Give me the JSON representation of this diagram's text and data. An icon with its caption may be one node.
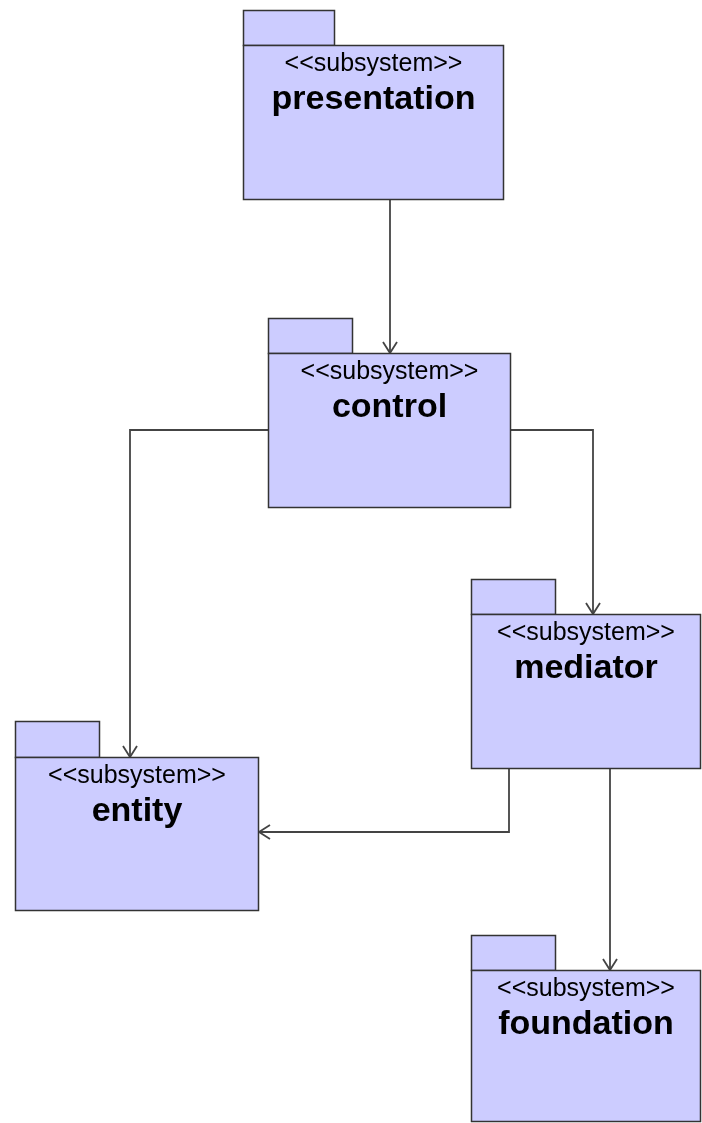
{
  "diagram": {
    "nodes": [
      {
        "text": [
          "<<subsystem>>",
          "presentation"
        ]
      },
      {
        "text": [
          "<<subsystem>>",
          "control"
        ]
      },
      {
        "text": [
          "<<subsystem>>",
          "mediator"
        ]
      },
      {
        "text": [
          "<<subsystem>>",
          "entity"
        ]
      },
      {
        "text": [
          "<<subsystem>>",
          "foundation"
        ]
      }
    ],
    "edges": [
      {
        "from": 0,
        "to": 1,
        "arrow": "to"
      },
      {
        "from": 1,
        "to": 3,
        "arrow": "to"
      },
      {
        "from": 1,
        "to": 2,
        "arrow": "to"
      },
      {
        "from": 2,
        "to": 3,
        "arrow": "to"
      },
      {
        "from": 2,
        "to": 4,
        "arrow": "to"
      }
    ]
  }
}
